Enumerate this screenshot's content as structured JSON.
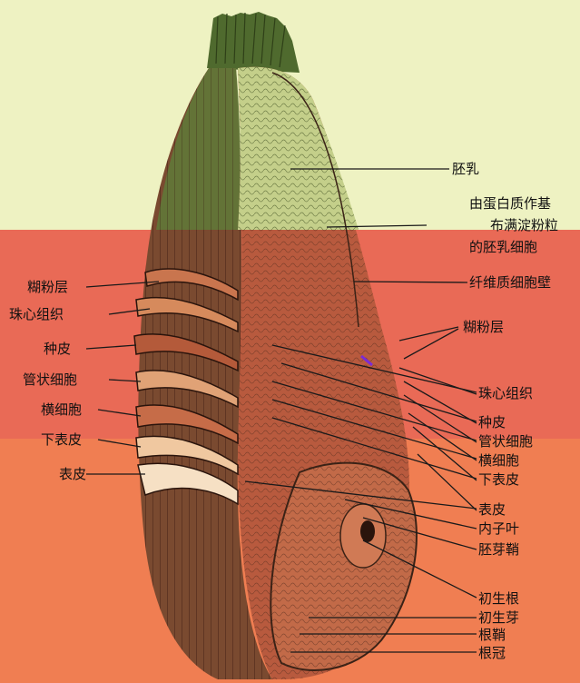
{
  "colors": {
    "top_band": "#eef2c2",
    "middle_band": "#e96a56",
    "bottom_band": "#f07e52",
    "husk_green": "#5d7a3a",
    "husk_red": "#a8402e",
    "line": "#1a1a1a"
  },
  "labels_right": [
    {
      "text": "胚乳"
    },
    {
      "text": "由蛋白质作基"
    },
    {
      "text": "布满淀粉粒"
    },
    {
      "text": "的胚乳细胞"
    },
    {
      "text": "纤维质细胞壁"
    },
    {
      "text": "糊粉层"
    },
    {
      "text": "珠心组织"
    },
    {
      "text": "种皮"
    },
    {
      "text": "管状细胞"
    },
    {
      "text": "横细胞"
    },
    {
      "text": "下表皮"
    },
    {
      "text": "表皮"
    },
    {
      "text": "内子叶"
    },
    {
      "text": "胚芽鞘"
    },
    {
      "text": "初生根"
    },
    {
      "text": "初生芽"
    },
    {
      "text": "根鞘"
    },
    {
      "text": "根冠"
    }
  ],
  "labels_left": [
    {
      "text": "糊粉层"
    },
    {
      "text": "珠心组织"
    },
    {
      "text": "种皮"
    },
    {
      "text": "管状细胞"
    },
    {
      "text": "横细胞"
    },
    {
      "text": "下表皮"
    },
    {
      "text": "表皮"
    }
  ]
}
